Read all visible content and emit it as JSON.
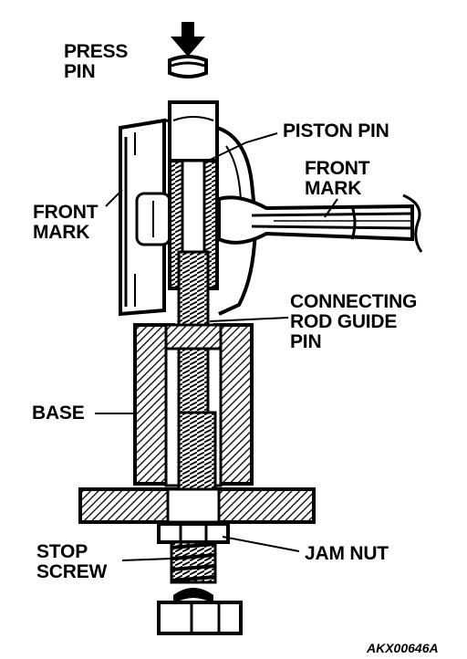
{
  "labels": {
    "press_pin": "PRESS\nPIN",
    "piston_pin": "PISTON PIN",
    "front_mark_rod": "FRONT\nMARK",
    "front_mark_piston": "FRONT\nMARK",
    "connecting_rod_guide_pin": "CONNECTING\nROD GUIDE\nPIN",
    "base": "BASE",
    "stop_screw": "STOP\nSCREW",
    "jam_nut": "JAM NUT"
  },
  "figure_code": "AKX00646A"
}
